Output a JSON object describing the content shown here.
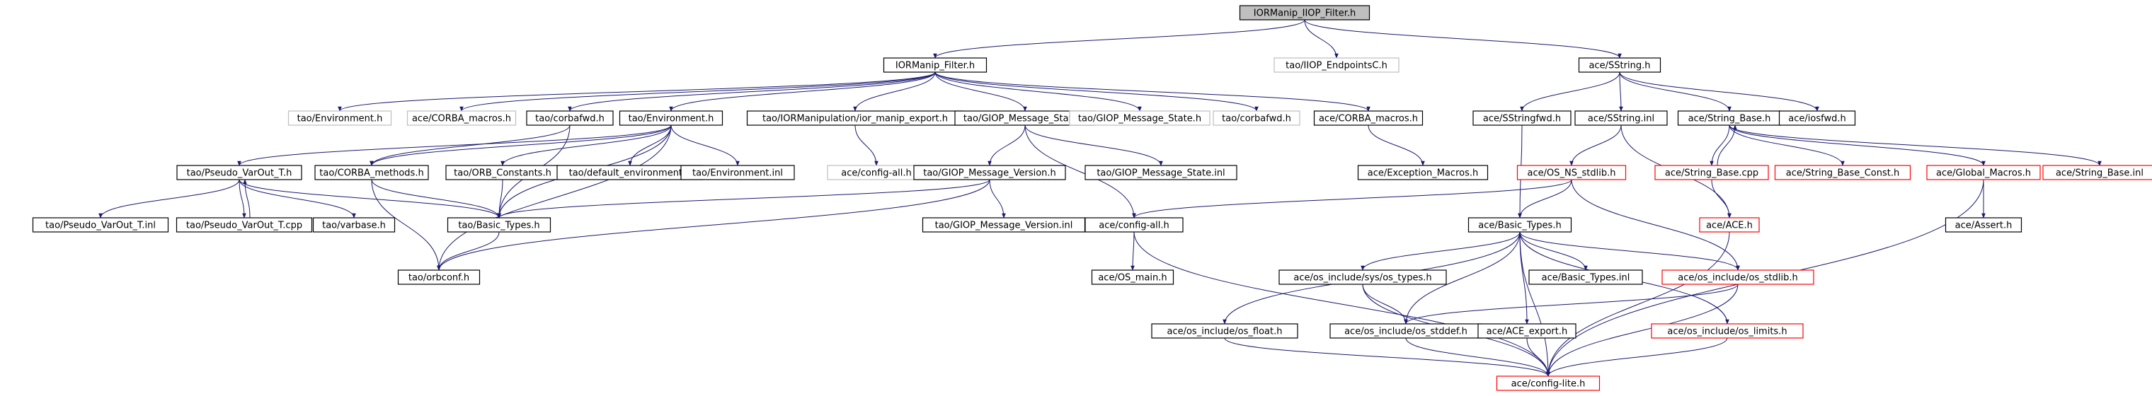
{
  "graph": {
    "root": "IORManip_IIOP_Filter.h",
    "colors": {
      "edge": "#191970",
      "box_default": "#000000",
      "box_truncated": "#ff0000",
      "box_leaf": "#bfbfbf",
      "root_fill": "#bfbfbf",
      "text": "#000000"
    },
    "legend_kinds": {
      "root": "file being documented (grey fill)",
      "normal": "included header (black border)",
      "truncated": "graph truncated (red border)",
      "leaf": "not documented (light grey border)"
    },
    "nodes": [
      {
        "id": "n0",
        "label": "IORManip_IIOP_Filter.h",
        "kind": "root"
      },
      {
        "id": "n1",
        "label": "IORManip_Filter.h",
        "kind": "normal"
      },
      {
        "id": "n2",
        "label": "tao/IIOP_EndpointsC.h",
        "kind": "leaf"
      },
      {
        "id": "n3",
        "label": "ace/SString.h",
        "kind": "normal"
      },
      {
        "id": "n4",
        "label": "tao/Environment.h",
        "kind": "leaf"
      },
      {
        "id": "n5",
        "label": "ace/CORBA_macros.h",
        "kind": "leaf"
      },
      {
        "id": "n6",
        "label": "tao/corbafwd.h",
        "kind": "normal"
      },
      {
        "id": "n7",
        "label": "tao/Environment.h",
        "kind": "normal"
      },
      {
        "id": "n8",
        "label": "tao/IORManipulation/ior_manip_export.h",
        "kind": "normal"
      },
      {
        "id": "n9",
        "label": "tao/GIOP_Message_State.h",
        "kind": "normal"
      },
      {
        "id": "n10",
        "label": "tao/GIOP_Message_State.h",
        "kind": "leaf"
      },
      {
        "id": "n11",
        "label": "tao/corbafwd.h",
        "kind": "leaf"
      },
      {
        "id": "n12",
        "label": "ace/CORBA_macros.h",
        "kind": "normal"
      },
      {
        "id": "n13",
        "label": "ace/SStringfwd.h",
        "kind": "normal"
      },
      {
        "id": "n14",
        "label": "ace/SString.inl",
        "kind": "normal"
      },
      {
        "id": "n15",
        "label": "ace/String_Base.h",
        "kind": "normal"
      },
      {
        "id": "n16",
        "label": "ace/iosfwd.h",
        "kind": "normal"
      },
      {
        "id": "n17",
        "label": "tao/Pseudo_VarOut_T.h",
        "kind": "normal"
      },
      {
        "id": "n18",
        "label": "tao/CORBA_methods.h",
        "kind": "normal"
      },
      {
        "id": "n19",
        "label": "tao/ORB_Constants.h",
        "kind": "normal"
      },
      {
        "id": "n20",
        "label": "tao/default_environment.h",
        "kind": "normal"
      },
      {
        "id": "n21",
        "label": "tao/Environment.inl",
        "kind": "normal"
      },
      {
        "id": "n22",
        "label": "ace/config-all.h",
        "kind": "leaf"
      },
      {
        "id": "n23",
        "label": "tao/GIOP_Message_State.inl",
        "kind": "normal"
      },
      {
        "id": "n24",
        "label": "ace/Exception_Macros.h",
        "kind": "normal"
      },
      {
        "id": "n25",
        "label": "ace/OS_NS_stdlib.h",
        "kind": "truncated"
      },
      {
        "id": "n26",
        "label": "ace/String_Base.cpp",
        "kind": "truncated"
      },
      {
        "id": "n27",
        "label": "ace/String_Base_Const.h",
        "kind": "truncated"
      },
      {
        "id": "n28",
        "label": "ace/Global_Macros.h",
        "kind": "truncated"
      },
      {
        "id": "n29",
        "label": "ace/String_Base.inl",
        "kind": "truncated"
      },
      {
        "id": "n30",
        "label": "tao/GIOP_Message_Version.h",
        "kind": "normal"
      },
      {
        "id": "n31",
        "label": "tao/Pseudo_VarOut_T.inl",
        "kind": "normal"
      },
      {
        "id": "n32",
        "label": "tao/Pseudo_VarOut_T.cpp",
        "kind": "normal"
      },
      {
        "id": "n33",
        "label": "tao/varbase.h",
        "kind": "normal"
      },
      {
        "id": "n34",
        "label": "tao/Basic_Types.h",
        "kind": "normal"
      },
      {
        "id": "n35",
        "label": "tao/GIOP_Message_Version.inl",
        "kind": "normal"
      },
      {
        "id": "n36",
        "label": "ace/config-all.h",
        "kind": "normal"
      },
      {
        "id": "n37",
        "label": "ace/Basic_Types.h",
        "kind": "normal"
      },
      {
        "id": "n38",
        "label": "ace/ACE.h",
        "kind": "truncated"
      },
      {
        "id": "n39",
        "label": "ace/Assert.h",
        "kind": "normal"
      },
      {
        "id": "n40",
        "label": "tao/orbconf.h",
        "kind": "normal"
      },
      {
        "id": "n41",
        "label": "ace/OS_main.h",
        "kind": "normal"
      },
      {
        "id": "n42",
        "label": "ace/os_include/sys/os_types.h",
        "kind": "normal"
      },
      {
        "id": "n43",
        "label": "ace/Basic_Types.inl",
        "kind": "normal"
      },
      {
        "id": "n44",
        "label": "ace/os_include/os_stdlib.h",
        "kind": "truncated"
      },
      {
        "id": "n45",
        "label": "ace/os_include/os_float.h",
        "kind": "normal"
      },
      {
        "id": "n46",
        "label": "ace/os_include/os_stddef.h",
        "kind": "normal"
      },
      {
        "id": "n47",
        "label": "ace/ACE_export.h",
        "kind": "normal"
      },
      {
        "id": "n48",
        "label": "ace/os_include/os_limits.h",
        "kind": "truncated"
      },
      {
        "id": "n49",
        "label": "ace/config-lite.h",
        "kind": "truncated"
      }
    ],
    "edges": [
      [
        "n0",
        "n1"
      ],
      [
        "n0",
        "n2"
      ],
      [
        "n0",
        "n3"
      ],
      [
        "n1",
        "n4"
      ],
      [
        "n1",
        "n5"
      ],
      [
        "n1",
        "n6"
      ],
      [
        "n1",
        "n7"
      ],
      [
        "n1",
        "n8"
      ],
      [
        "n1",
        "n9"
      ],
      [
        "n1",
        "n10"
      ],
      [
        "n1",
        "n11"
      ],
      [
        "n1",
        "n12"
      ],
      [
        "n3",
        "n13"
      ],
      [
        "n3",
        "n14"
      ],
      [
        "n3",
        "n15"
      ],
      [
        "n3",
        "n16"
      ],
      [
        "n6",
        "n18"
      ],
      [
        "n6",
        "n34"
      ],
      [
        "n7",
        "n17"
      ],
      [
        "n7",
        "n18"
      ],
      [
        "n7",
        "n19"
      ],
      [
        "n7",
        "n20"
      ],
      [
        "n7",
        "n21"
      ],
      [
        "n7",
        "n34"
      ],
      [
        "n7",
        "n40"
      ],
      [
        "n8",
        "n22"
      ],
      [
        "n9",
        "n30"
      ],
      [
        "n9",
        "n23"
      ],
      [
        "n9",
        "n36"
      ],
      [
        "n12",
        "n24"
      ],
      [
        "n13",
        "n37"
      ],
      [
        "n14",
        "n25"
      ],
      [
        "n14",
        "n38"
      ],
      [
        "n15",
        "n26"
      ],
      [
        "n15",
        "n27"
      ],
      [
        "n15",
        "n28"
      ],
      [
        "n15",
        "n29"
      ],
      [
        "n26",
        "n15"
      ],
      [
        "n26",
        "n38"
      ],
      [
        "n17",
        "n31"
      ],
      [
        "n17",
        "n32"
      ],
      [
        "n17",
        "n33"
      ],
      [
        "n17",
        "n34"
      ],
      [
        "n32",
        "n17"
      ],
      [
        "n18",
        "n34"
      ],
      [
        "n18",
        "n40"
      ],
      [
        "n19",
        "n34"
      ],
      [
        "n30",
        "n35"
      ],
      [
        "n30",
        "n34"
      ],
      [
        "n30",
        "n40"
      ],
      [
        "n34",
        "n40"
      ],
      [
        "n25",
        "n36"
      ],
      [
        "n25",
        "n37"
      ],
      [
        "n25",
        "n44"
      ],
      [
        "n28",
        "n39"
      ],
      [
        "n28",
        "n49"
      ],
      [
        "n36",
        "n41"
      ],
      [
        "n36",
        "n49"
      ],
      [
        "n37",
        "n42"
      ],
      [
        "n37",
        "n43"
      ],
      [
        "n37",
        "n44"
      ],
      [
        "n37",
        "n45"
      ],
      [
        "n37",
        "n46"
      ],
      [
        "n37",
        "n47"
      ],
      [
        "n37",
        "n48"
      ],
      [
        "n37",
        "n49"
      ],
      [
        "n38",
        "n49"
      ],
      [
        "n42",
        "n46"
      ],
      [
        "n42",
        "n49"
      ],
      [
        "n44",
        "n46"
      ],
      [
        "n44",
        "n49"
      ],
      [
        "n45",
        "n49"
      ],
      [
        "n46",
        "n49"
      ],
      [
        "n47",
        "n49"
      ],
      [
        "n48",
        "n49"
      ]
    ]
  }
}
